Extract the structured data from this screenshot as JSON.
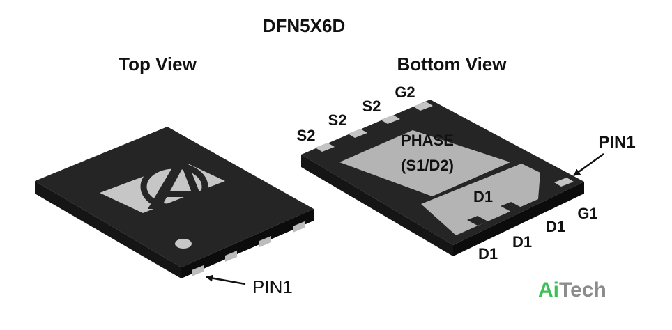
{
  "title": "DFN5X6D",
  "top_view": {
    "heading": "Top View",
    "pin1_label": "PIN1"
  },
  "bottom_view": {
    "heading": "Bottom View",
    "pin_labels": {
      "s2_a": "S2",
      "s2_b": "S2",
      "s2_c": "S2",
      "g2": "G2",
      "pin1": "PIN1",
      "g1": "G1",
      "d1_a": "D1",
      "d1_b": "D1",
      "d1_c": "D1"
    },
    "pad_phase": {
      "line1": "PHASE",
      "line2": "(S1/D2)"
    },
    "pad_d1": "D1"
  },
  "brand": {
    "part_ai": "Ai",
    "part_tech": "Tech",
    "color_ai": "#3fbf5a",
    "color_tech": "#8c8c8c"
  },
  "colors": {
    "package_top": "#232323",
    "package_side": "#111111",
    "pad_fill": "#b4b4b4",
    "pad_small": "#c4c4c4"
  }
}
